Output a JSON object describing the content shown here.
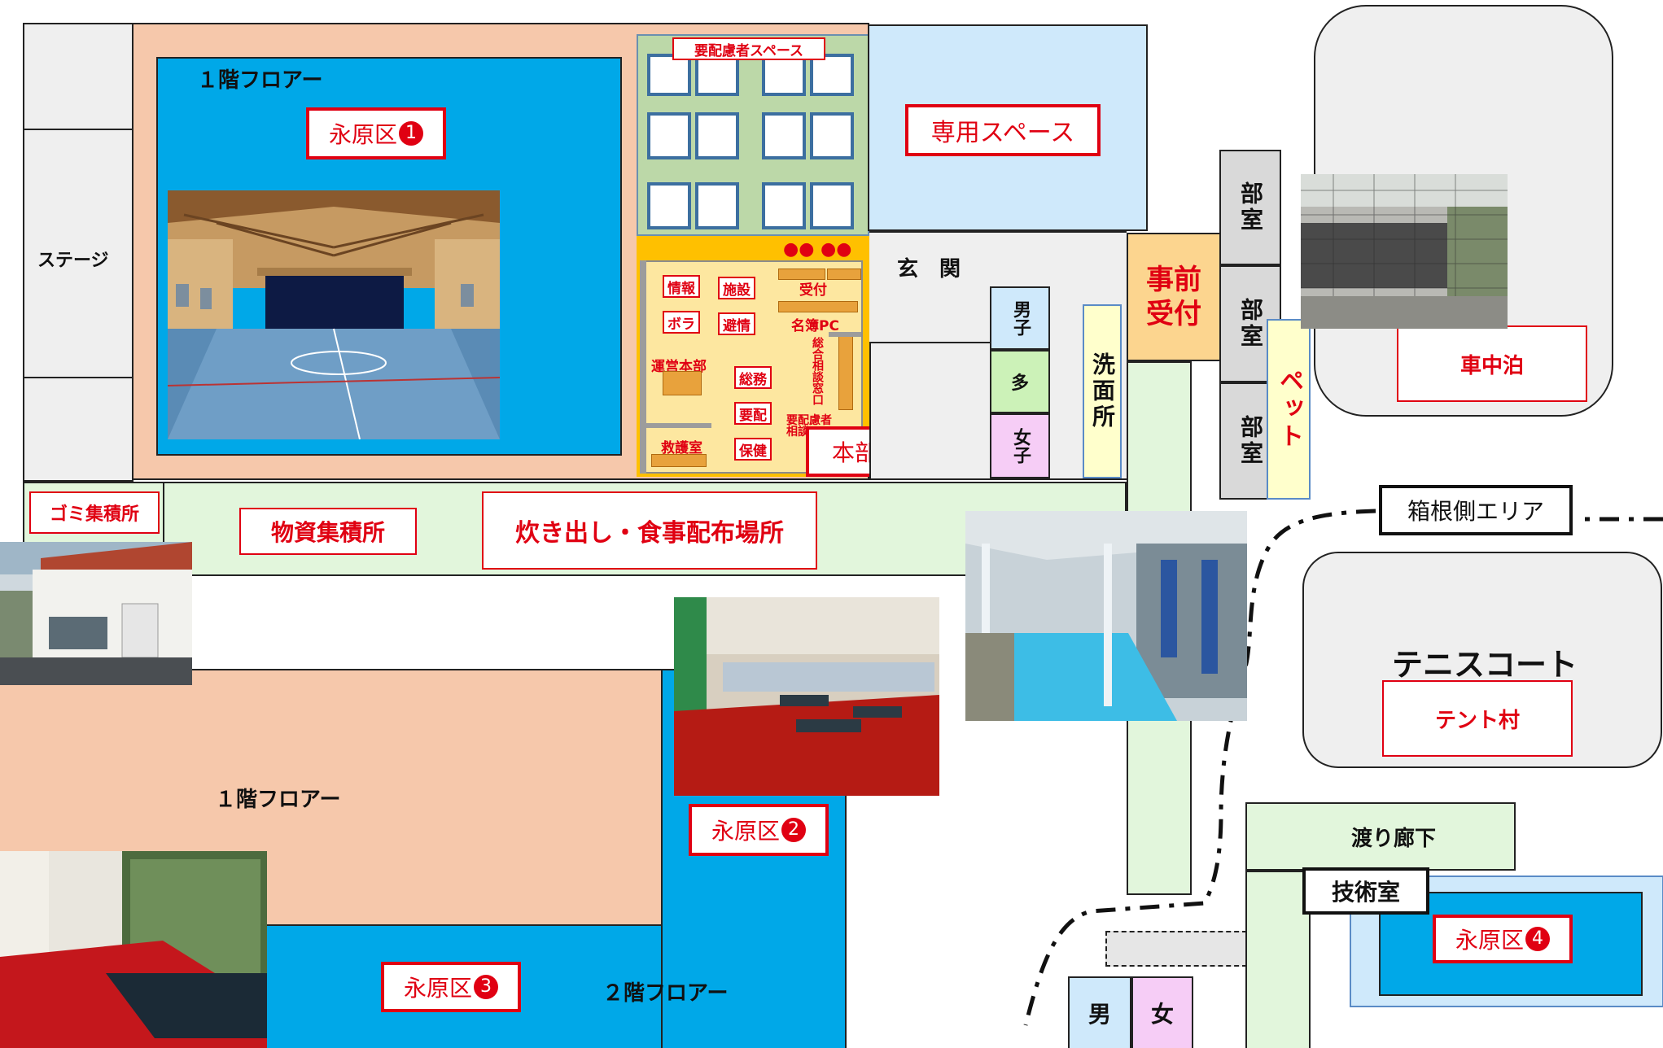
{
  "stage": {
    "label": "ステージ"
  },
  "floor1_top": {
    "label": "１階フロアー",
    "area_label": "永原区",
    "area_number": "1"
  },
  "special_needs": {
    "label": "要配慮者スペース"
  },
  "dedicated_space": {
    "label": "専用スペース"
  },
  "hq": {
    "reception": "受付",
    "roster_pc": "名簿PC",
    "info": "情報",
    "facility": "施設",
    "volunteer": "ボラ",
    "evac_info": "避情",
    "operations": "運営本部",
    "general_affairs": "総務",
    "special_care": "要配",
    "rescue": "救護室",
    "health": "保健",
    "consult": "総合相談窓口",
    "care_consult": "要配慮者相談",
    "area_label": "本部エリア"
  },
  "entrance": {
    "label": "玄　関"
  },
  "toilets_main": {
    "men": "男子",
    "multi": "多",
    "women": "女子"
  },
  "washroom": {
    "label": "洗面所"
  },
  "pre_reception": {
    "label": "事前受付"
  },
  "club_rooms": [
    "部室",
    "部室",
    "部室"
  ],
  "pet": {
    "label": "ペット"
  },
  "car_stay": {
    "label": "車中泊"
  },
  "hakone_area": {
    "label": "箱根側エリア"
  },
  "tennis": {
    "label": "テニスコート",
    "sub_label": "テント村"
  },
  "garbage": {
    "label": "ゴミ集積所"
  },
  "supplies": {
    "label": "物資集積所"
  },
  "food": {
    "label": "炊き出し・食事配布場所"
  },
  "floor1_bottom": {
    "label": "１階フロアー"
  },
  "floor2": {
    "label": "２階フロアー"
  },
  "area2": {
    "label": "永原区",
    "number": "2"
  },
  "area3": {
    "label": "永原区",
    "number": "3"
  },
  "area4": {
    "label": "永原区",
    "number": "4"
  },
  "corridor": {
    "label": "渡り廊下"
  },
  "tech_room": {
    "label": "技術室"
  },
  "toilets_bottom": {
    "men": "男",
    "women": "女"
  }
}
